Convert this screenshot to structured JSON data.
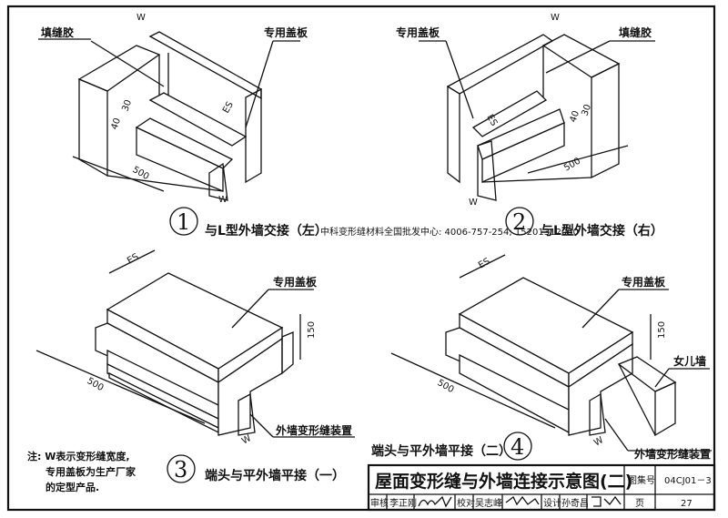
{
  "details": [
    {
      "number": "1",
      "caption": "与L型外墙交接（左）",
      "labels": {
        "sealant": "填缝胶",
        "cover": "专用盖板"
      },
      "dims": {
        "w_top": "W",
        "w_bottom": "W",
        "d30": "30",
        "d40": "40",
        "d500": "500",
        "es": "ES"
      }
    },
    {
      "number": "2",
      "caption": "与L型外墙交接（右）",
      "labels": {
        "sealant": "填缝胶",
        "cover": "专用盖板"
      },
      "dims": {
        "w_top": "W",
        "w_bottom": "W",
        "d30": "30",
        "d40": "40",
        "d500": "500",
        "es": "ES"
      }
    },
    {
      "number": "3",
      "caption": "端头与平外墙平接（一）",
      "labels": {
        "cover": "专用盖板",
        "device": "外墙变形缝装置"
      },
      "dims": {
        "es": "ES",
        "d150": "150",
        "d500": "500",
        "w": "W"
      }
    },
    {
      "number": "4",
      "caption": "端头与平外墙平接（二）",
      "labels": {
        "cover": "专用盖板",
        "parapet": "女儿墙",
        "device": "外墙变形缝装置"
      },
      "dims": {
        "es": "ES",
        "d150": "150",
        "d500": "500",
        "w": "W"
      }
    }
  ],
  "advert": "中科变形缝材料全国批发中心: 4006-757-254; 15201312050",
  "note": {
    "line1": "注: W表示变形缝宽度,",
    "line2": "专用盖板为生产厂家",
    "line3": "的定型产品."
  },
  "title_block": {
    "title": "屋面变形缝与外墙连接示意图(二)",
    "atlas_label": "图集号",
    "atlas_no": "04CJ01－3",
    "review_label": "审核",
    "reviewer": "李正刚",
    "check_label": "校对",
    "checker": "吴志峰",
    "design_label": "设计",
    "designer": "孙奇昌",
    "page_label": "页",
    "page_no": "27"
  }
}
